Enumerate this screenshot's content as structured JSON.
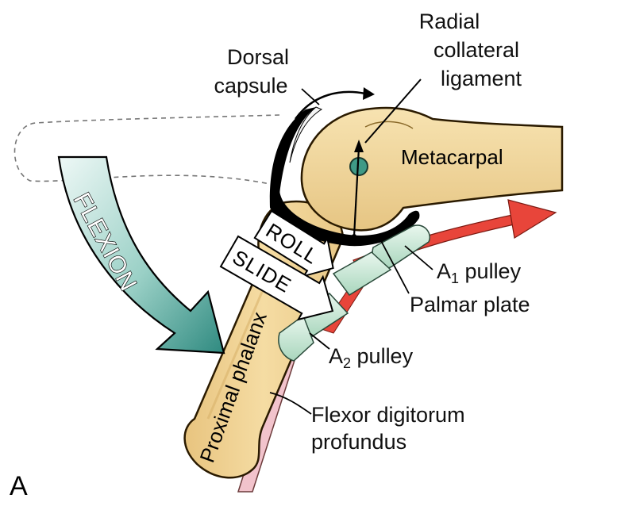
{
  "panel_letter": "A",
  "labels": {
    "radial_collateral_ligament": [
      "Radial",
      "collateral",
      "ligament"
    ],
    "dorsal_capsule": [
      "Dorsal",
      "capsule"
    ],
    "metacarpal": "Metacarpal",
    "flexion": "FLEXION",
    "roll": "ROLL",
    "slide": "SLIDE",
    "a1_pulley_prefix": "A",
    "a1_pulley_sub": "1",
    "a1_pulley_suffix": " pulley",
    "palmar_plate": "Palmar plate",
    "a2_pulley_prefix": "A",
    "a2_pulley_sub": "2",
    "a2_pulley_suffix": " pulley",
    "proximal_phalanx": "Proximal phalanx",
    "flexor_digitorum_profundus": [
      "Flexor digitorum",
      "profundus"
    ]
  },
  "colors": {
    "bone": "#f2d79a",
    "bone_outline": "#2a1a00",
    "capsule": "#000000",
    "pulley": "#c9ead6",
    "tendon_red": "#e8453a",
    "tendon_pink": "#f2c3cc",
    "flexion_arrow_light": "#e4f3f0",
    "flexion_arrow_dark": "#3e9a90",
    "joint_axis": "#3f9a86"
  }
}
